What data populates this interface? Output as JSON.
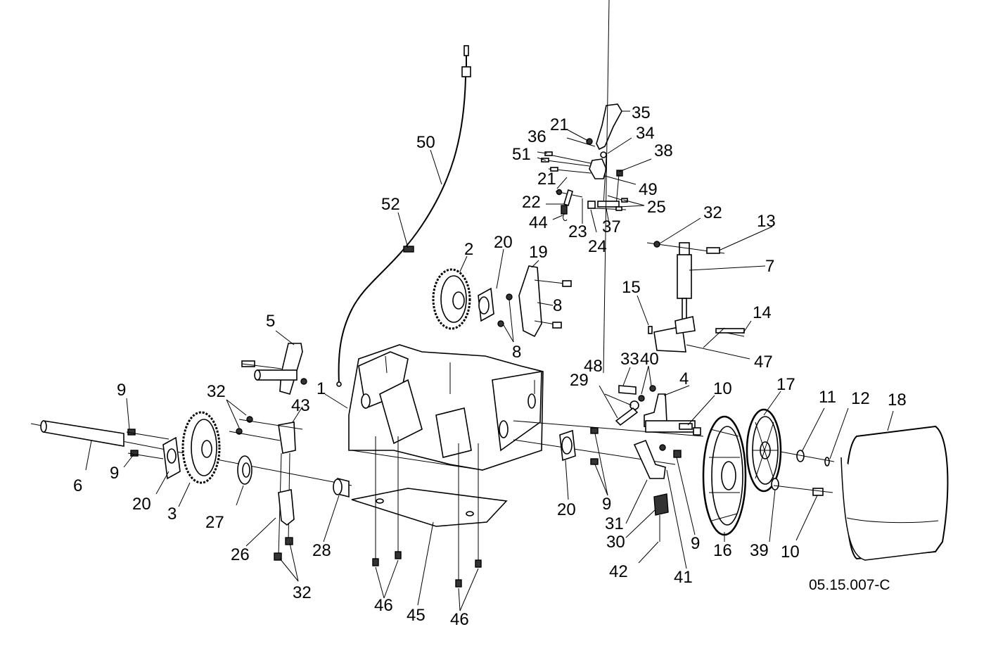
{
  "diagram": {
    "title": "Exploded parts diagram",
    "drawing_code": "05.15.007-C",
    "callouts": [
      {
        "id": "c50",
        "text": "50"
      },
      {
        "id": "c52",
        "text": "52"
      },
      {
        "id": "c35",
        "text": "35"
      },
      {
        "id": "c21a",
        "text": "21"
      },
      {
        "id": "c36",
        "text": "36"
      },
      {
        "id": "c34",
        "text": "34"
      },
      {
        "id": "c51",
        "text": "51"
      },
      {
        "id": "c38",
        "text": "38"
      },
      {
        "id": "c21b",
        "text": "21"
      },
      {
        "id": "c49",
        "text": "49"
      },
      {
        "id": "c22",
        "text": "22"
      },
      {
        "id": "c25",
        "text": "25"
      },
      {
        "id": "c44",
        "text": "44"
      },
      {
        "id": "c23",
        "text": "23"
      },
      {
        "id": "c37",
        "text": "37"
      },
      {
        "id": "c24",
        "text": "24"
      },
      {
        "id": "c32a",
        "text": "32"
      },
      {
        "id": "c13",
        "text": "13"
      },
      {
        "id": "c7",
        "text": "7"
      },
      {
        "id": "c2",
        "text": "2"
      },
      {
        "id": "c20a",
        "text": "20"
      },
      {
        "id": "c19",
        "text": "19"
      },
      {
        "id": "c8a",
        "text": "8"
      },
      {
        "id": "c8b",
        "text": "8"
      },
      {
        "id": "c15",
        "text": "15"
      },
      {
        "id": "c14",
        "text": "14"
      },
      {
        "id": "c5",
        "text": "5"
      },
      {
        "id": "c33",
        "text": "33"
      },
      {
        "id": "c40",
        "text": "40"
      },
      {
        "id": "c47",
        "text": "47"
      },
      {
        "id": "c48",
        "text": "48"
      },
      {
        "id": "c29",
        "text": "29"
      },
      {
        "id": "c4",
        "text": "4"
      },
      {
        "id": "c10a",
        "text": "10"
      },
      {
        "id": "c17",
        "text": "17"
      },
      {
        "id": "c11",
        "text": "11"
      },
      {
        "id": "c12",
        "text": "12"
      },
      {
        "id": "c18",
        "text": "18"
      },
      {
        "id": "c1",
        "text": "1"
      },
      {
        "id": "c9a",
        "text": "9"
      },
      {
        "id": "c32b",
        "text": "32"
      },
      {
        "id": "c43",
        "text": "43"
      },
      {
        "id": "c6",
        "text": "6"
      },
      {
        "id": "c9b",
        "text": "9"
      },
      {
        "id": "c20b",
        "text": "20"
      },
      {
        "id": "c3",
        "text": "3"
      },
      {
        "id": "c27",
        "text": "27"
      },
      {
        "id": "c26",
        "text": "26"
      },
      {
        "id": "c32c",
        "text": "32"
      },
      {
        "id": "c28",
        "text": "28"
      },
      {
        "id": "c46a",
        "text": "46"
      },
      {
        "id": "c45",
        "text": "45"
      },
      {
        "id": "c46b",
        "text": "46"
      },
      {
        "id": "c20c",
        "text": "20"
      },
      {
        "id": "c9c",
        "text": "9"
      },
      {
        "id": "c31",
        "text": "31"
      },
      {
        "id": "c30",
        "text": "30"
      },
      {
        "id": "c42",
        "text": "42"
      },
      {
        "id": "c41",
        "text": "41"
      },
      {
        "id": "c9d",
        "text": "9"
      },
      {
        "id": "c16",
        "text": "16"
      },
      {
        "id": "c39",
        "text": "39"
      },
      {
        "id": "c10b",
        "text": "10"
      }
    ]
  }
}
